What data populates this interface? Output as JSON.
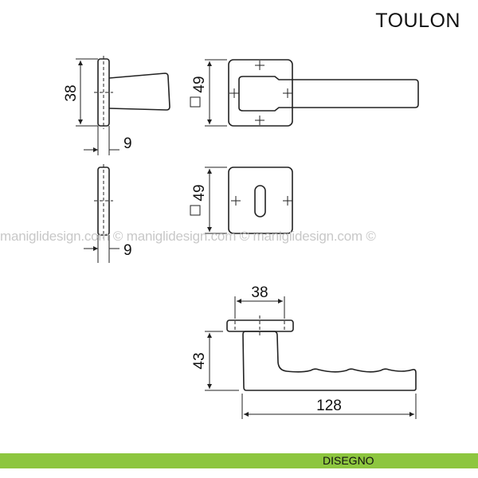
{
  "title": "TOULON",
  "watermark": "maniglidesign.com © maniglidesign.com © maniglidesign.com ©",
  "footer": {
    "label": "DISEGNO",
    "color": "#8dc63f"
  },
  "dimensions": {
    "rose_side_height": "38",
    "rose_side_thickness": "9",
    "escutcheon_side_thickness": "9",
    "rose_square": "49",
    "escutcheon_square": "49",
    "top_rose_width": "38",
    "lever_height": "43",
    "lever_length": "128"
  }
}
